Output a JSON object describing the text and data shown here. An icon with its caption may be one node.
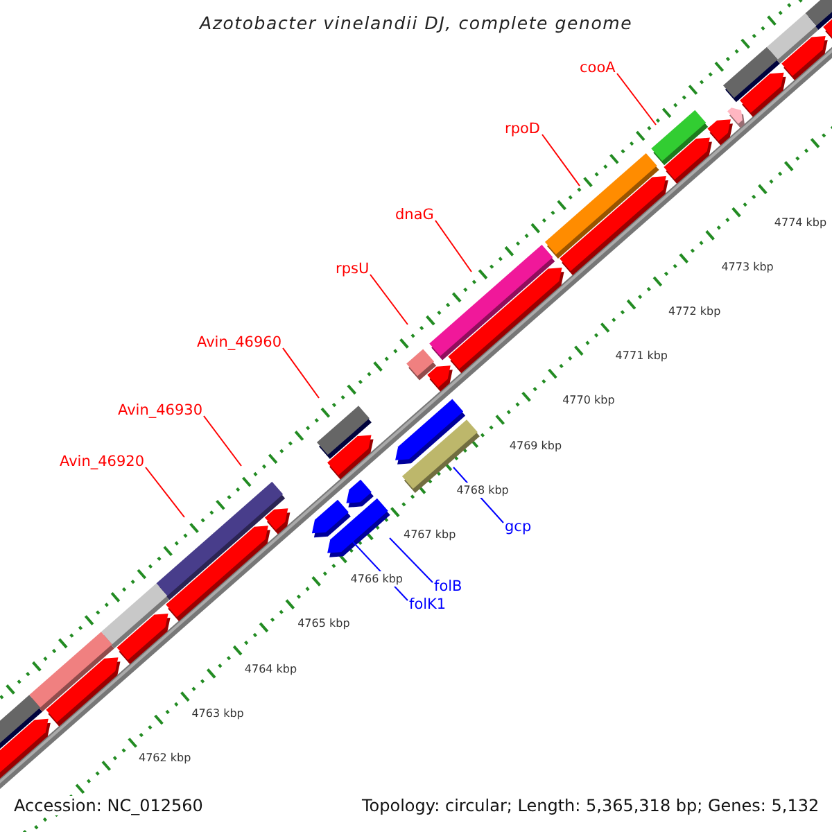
{
  "diagram": {
    "title": "Azotobacter vinelandii DJ, complete genome",
    "nodes": [
      {
        "text": [
          "Avin_46920"
        ]
      },
      {
        "text": [
          "Avin_46930"
        ]
      },
      {
        "text": [
          "Avin_46960"
        ]
      },
      {
        "text": [
          "rpsU"
        ]
      },
      {
        "text": [
          "dnaG"
        ]
      },
      {
        "text": [
          "rpoD"
        ]
      },
      {
        "text": [
          "cooA"
        ]
      },
      {
        "text": [
          "gcp"
        ]
      },
      {
        "text": [
          "folB"
        ]
      },
      {
        "text": [
          "folK1"
        ]
      }
    ],
    "edges": [
      {
        "from": 0,
        "to": null,
        "arrow": "none"
      },
      {
        "from": 1,
        "to": null,
        "arrow": "none"
      },
      {
        "from": 2,
        "to": null,
        "arrow": "none"
      },
      {
        "from": 3,
        "to": null,
        "arrow": "none"
      },
      {
        "from": 4,
        "to": null,
        "arrow": "none"
      },
      {
        "from": 5,
        "to": null,
        "arrow": "none"
      },
      {
        "from": 6,
        "to": null,
        "arrow": "none"
      },
      {
        "from": 7,
        "to": null,
        "arrow": "none",
        "color": "#0000ff"
      },
      {
        "from": 8,
        "to": null,
        "arrow": "none",
        "color": "#0000ff"
      },
      {
        "from": 9,
        "to": null,
        "arrow": "none",
        "color": "#0000ff"
      }
    ],
    "labels": [
      "4762 kbp",
      "4763 kbp",
      "4764 kbp",
      "4765 kbp",
      "4766 kbp",
      "4767 kbp",
      "4768 kbp",
      "4769 kbp",
      "4770 kbp",
      "4771 kbp",
      "4772 kbp",
      "4773 kbp",
      "4774 kbp",
      "Accession: NC_012560",
      "Topology: circular; Length: 5,365,318 bp; Genes: 5,132"
    ]
  }
}
